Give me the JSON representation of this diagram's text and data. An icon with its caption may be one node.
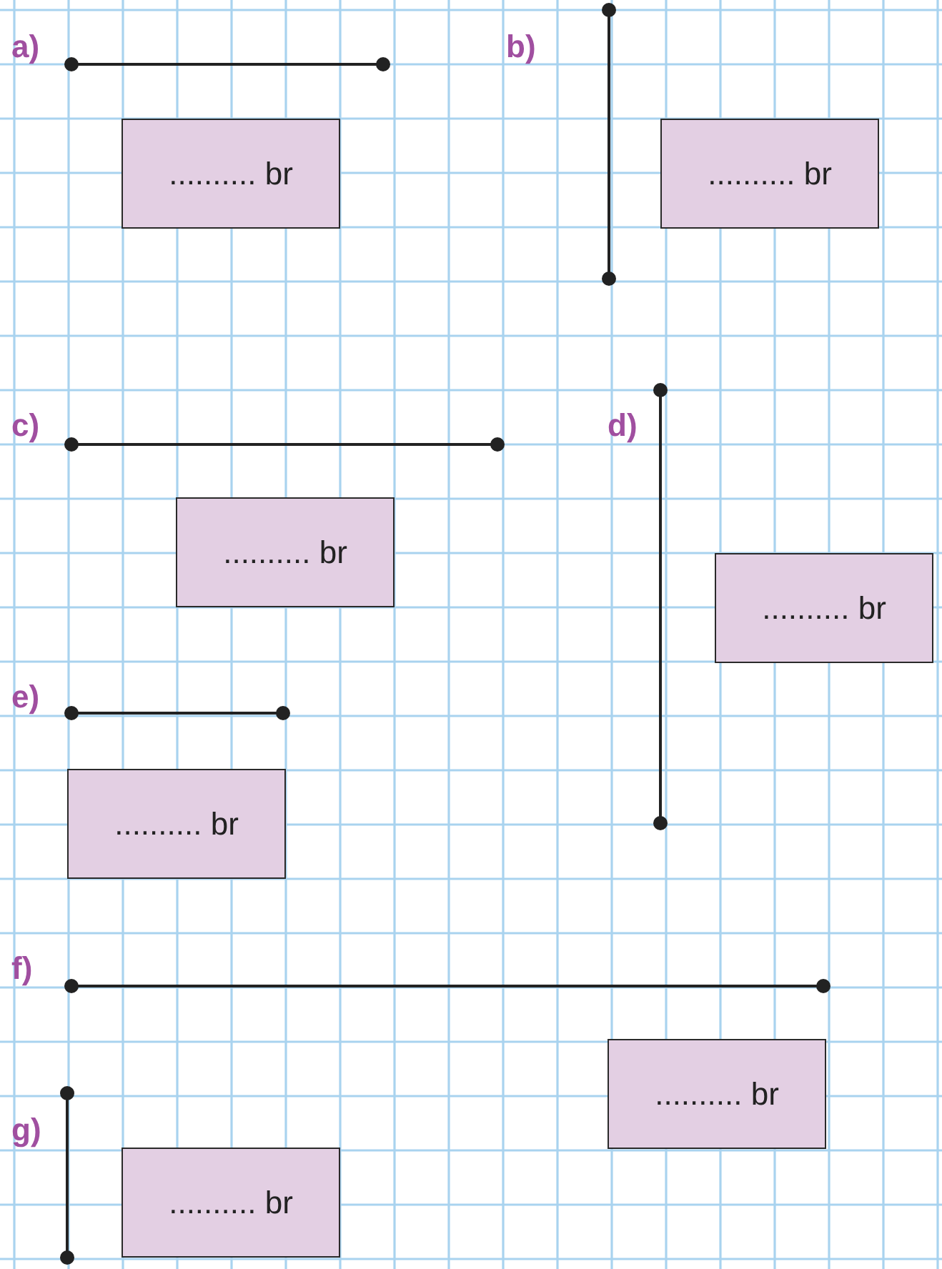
{
  "diagram": {
    "nodes": [
      {
        "text": [
          ".......... br"
        ]
      },
      {
        "text": [
          ".......... br"
        ]
      },
      {
        "text": [
          ".......... br"
        ]
      },
      {
        "text": [
          ".......... br"
        ]
      },
      {
        "text": [
          ".......... br"
        ]
      },
      {
        "text": [
          ".......... br"
        ]
      },
      {
        "text": [
          ".......... br"
        ]
      }
    ],
    "labels": [
      "a)",
      "b)",
      "c)",
      "d)",
      "e)",
      "f)",
      "g)"
    ]
  }
}
